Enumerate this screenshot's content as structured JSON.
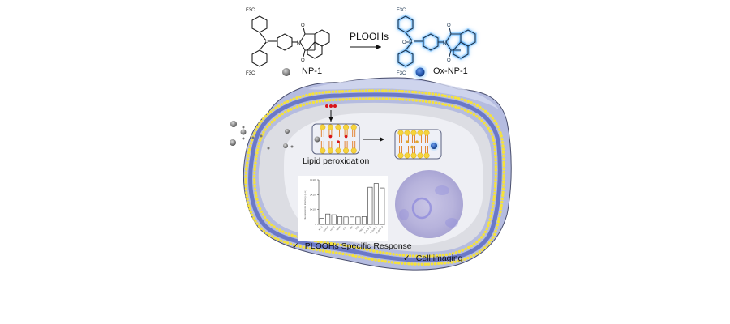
{
  "reaction": {
    "reactant_name": "NP-1",
    "product_name": "Ox-NP-1",
    "reagent_label": "PLOOHs",
    "substituent_label": "F3C",
    "oxide_label": "O=P",
    "colors": {
      "reactant_bond": "#222222",
      "product_glow": "#5ab4ff",
      "product_bond": "#1c3550"
    }
  },
  "legend": {
    "np1_label": "NP-1",
    "oxnp1_label": "Ox-NP-1",
    "np1_color": "#8a8a8a",
    "oxnp1_color": "#2b5fb8"
  },
  "cell": {
    "membrane_label": "Lipid peroxidation",
    "features": [
      {
        "check": "✓",
        "label": "PLOOHs Specific Response"
      },
      {
        "check": "✓",
        "label": "Cell imaging"
      }
    ],
    "colors": {
      "cytoplasm_outer": "#b5bce0",
      "cytoplasm_inner": "#dcdde3",
      "nucleus": "#eeeff4",
      "lipid_head": "#f5d33c",
      "lipid_tail": "#e27a23",
      "membrane_band": "#6a78c8",
      "peroxide_mark": "#d8141b",
      "imaging_tint": "#8a86dc"
    }
  },
  "chart_data": {
    "type": "bar",
    "title": "",
    "xlabel": "",
    "ylabel": "Fluorescence intensity (a.u.)",
    "ylim": [
      0,
      300000
    ],
    "yticks": [
      "0",
      "1×10⁵",
      "2×10⁵",
      "3×10⁵"
    ],
    "categories": [
      "NP-1",
      "Control",
      "H2O2",
      "TBHP",
      "ClO-",
      "•OH",
      "1O2",
      "ONOO-",
      "PLOOH-1",
      "PLOOH-2",
      "PLOOH-3"
    ],
    "values": [
      42000,
      70000,
      65000,
      52000,
      50000,
      50000,
      50000,
      52000,
      250000,
      275000,
      245000
    ],
    "grid": false
  }
}
